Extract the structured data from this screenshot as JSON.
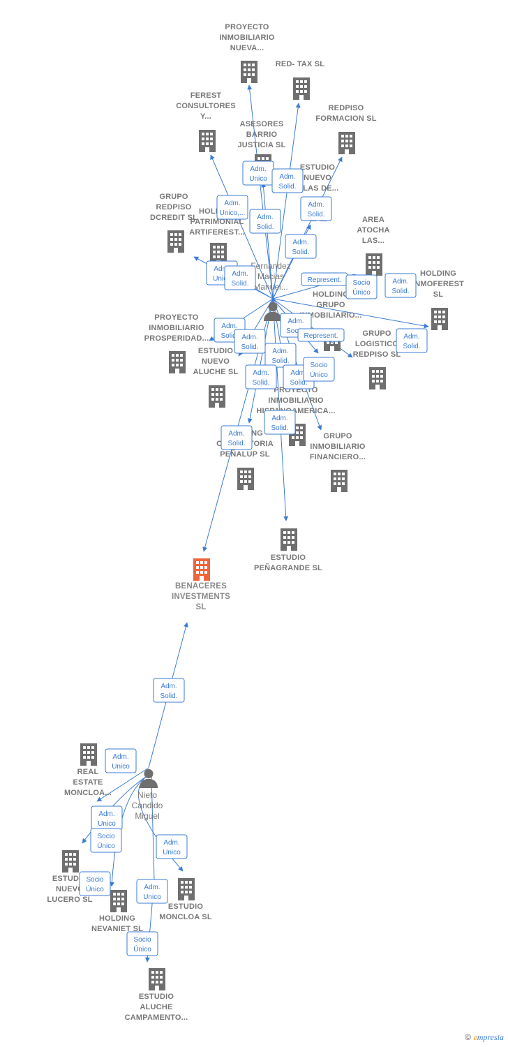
{
  "colors": {
    "building": "#6f6f6f",
    "focus": "#f0643c",
    "edge": "#3a7bd5",
    "person": "#6f6f6f"
  },
  "persons": [
    {
      "id": "p1",
      "lines": [
        "Fernandez",
        "Macias",
        "Manuel..."
      ]
    },
    {
      "id": "p2",
      "lines": [
        "Nieto",
        "Candido",
        "Miguel"
      ]
    }
  ],
  "companies": [
    {
      "id": "c1",
      "lines": [
        "PROYECTO",
        "INMOBILIARIO",
        "NUEVA..."
      ]
    },
    {
      "id": "c2",
      "lines": [
        "RED- TAX SL"
      ]
    },
    {
      "id": "c3",
      "lines": [
        "FEREST",
        "CONSULTORES",
        "Y..."
      ]
    },
    {
      "id": "c4",
      "lines": [
        "ASESORES",
        "BARRIO",
        "JUSTICIA  SL"
      ]
    },
    {
      "id": "c5",
      "lines": [
        "REDPISO",
        "FORMACION SL"
      ]
    },
    {
      "id": "c6",
      "lines": [
        "ESTUDIO",
        "NUEVO",
        "...LAS DE..."
      ]
    },
    {
      "id": "c7",
      "lines": [
        "GRUPO",
        "REDPISO",
        "DCREDIT SL"
      ]
    },
    {
      "id": "c8",
      "lines": [
        "HOLDING",
        "PATRIMONIAL",
        "ARTIFEREST..."
      ]
    },
    {
      "id": "c9",
      "lines": [
        "AREA",
        "ATOCHA",
        "LAS..."
      ]
    },
    {
      "id": "c10",
      "lines": [
        "HOLDING",
        "INMOFEREST",
        "SL"
      ]
    },
    {
      "id": "c11",
      "lines": [
        "HOLDING",
        "GRUPO",
        "INMOBILIARIO..."
      ]
    },
    {
      "id": "c12",
      "lines": [
        "PROYECTO",
        "INMOBILIARIO",
        "PROSPERIDAD..."
      ]
    },
    {
      "id": "c13",
      "lines": [
        "GRUPO",
        "LOGISTICO",
        "REDPISO  SL"
      ]
    },
    {
      "id": "c14",
      "lines": [
        "ESTUDIO",
        "NUEVO",
        "ALUCHE SL"
      ]
    },
    {
      "id": "c15",
      "lines": [
        "PROYECTO",
        "INMOBILIARIO",
        "HISPANOAMERICA..."
      ]
    },
    {
      "id": "c16",
      "lines": [
        "HOLDING",
        "CONSULTORIA",
        "PEÑALUP  SL"
      ]
    },
    {
      "id": "c17",
      "lines": [
        "GRUPO",
        "INMOBILIARIO",
        "FINANCIERO..."
      ]
    },
    {
      "id": "c18",
      "lines": [
        "ESTUDIO",
        "PEÑAGRANDE SL"
      ]
    },
    {
      "id": "c19",
      "lines": [
        "BENACERES",
        "INVESTMENTS",
        "SL"
      ],
      "focus": true
    },
    {
      "id": "c20",
      "lines": [
        "REAL",
        "ESTATE",
        "MONCLOA..."
      ]
    },
    {
      "id": "c21",
      "lines": [
        "ESTUDIO",
        "NUEVO",
        "LUCERO SL"
      ]
    },
    {
      "id": "c22",
      "lines": [
        "HOLDING",
        "NEVANIET  SL"
      ]
    },
    {
      "id": "c23",
      "lines": [
        "ESTUDIO",
        "MONCLOA SL"
      ]
    },
    {
      "id": "c24",
      "lines": [
        "ESTUDIO",
        "ALUCHE",
        "CAMPAMENTO..."
      ]
    }
  ],
  "roles": [
    {
      "id": "r1",
      "lines": [
        "Adm.",
        "Unico"
      ]
    },
    {
      "id": "r2",
      "lines": [
        "Adm.",
        "Solid."
      ]
    },
    {
      "id": "r3",
      "lines": [
        "Adm.",
        "Unico,..."
      ]
    },
    {
      "id": "r4",
      "lines": [
        "Adm.",
        "Solid."
      ]
    },
    {
      "id": "r5",
      "lines": [
        "Adm.",
        "Solid."
      ]
    },
    {
      "id": "r6",
      "lines": [
        "Adm.",
        "Solid."
      ]
    },
    {
      "id": "r7",
      "lines": [
        "Adm.",
        "Unico"
      ]
    },
    {
      "id": "r8",
      "lines": [
        "Adm.",
        "Solid."
      ]
    },
    {
      "id": "r9",
      "lines": [
        "Represent."
      ]
    },
    {
      "id": "r10",
      "lines": [
        "Socio",
        "Único"
      ]
    },
    {
      "id": "r11",
      "lines": [
        "Adm.",
        "Solid."
      ]
    },
    {
      "id": "r12",
      "lines": [
        "Adm.",
        "Solid."
      ]
    },
    {
      "id": "r13",
      "lines": [
        "Adm.",
        "Solid."
      ]
    },
    {
      "id": "r14",
      "lines": [
        "Adm.",
        "Soci..."
      ]
    },
    {
      "id": "r15",
      "lines": [
        "Represent."
      ]
    },
    {
      "id": "r16",
      "lines": [
        "Adm.",
        "Solid."
      ]
    },
    {
      "id": "r17",
      "lines": [
        "Adm.",
        "Solid."
      ]
    },
    {
      "id": "r18",
      "lines": [
        "Adm.",
        "Solid."
      ]
    },
    {
      "id": "r19",
      "lines": [
        "Adm.",
        "Solid."
      ]
    },
    {
      "id": "r20",
      "lines": [
        "Socio",
        "Único"
      ]
    },
    {
      "id": "r21",
      "lines": [
        "Adm.",
        "Solid."
      ]
    },
    {
      "id": "r22",
      "lines": [
        "Adm.",
        "Solid."
      ]
    },
    {
      "id": "r23",
      "lines": [
        "Adm.",
        "Solid."
      ]
    },
    {
      "id": "r24",
      "lines": [
        "Adm.",
        "Unico"
      ]
    },
    {
      "id": "r25",
      "lines": [
        "Adm.",
        "Unico"
      ]
    },
    {
      "id": "r26",
      "lines": [
        "Socio",
        "Único"
      ]
    },
    {
      "id": "r27",
      "lines": [
        "Adm.",
        "Unico"
      ]
    },
    {
      "id": "r28",
      "lines": [
        "Socio",
        "Único"
      ]
    },
    {
      "id": "r29",
      "lines": [
        "Adm.",
        "Unico"
      ]
    },
    {
      "id": "r30",
      "lines": [
        "Socio",
        "Único"
      ]
    }
  ],
  "footer": {
    "copyright": "©",
    "brand_initial": "e",
    "brand_rest": "mpresia"
  }
}
